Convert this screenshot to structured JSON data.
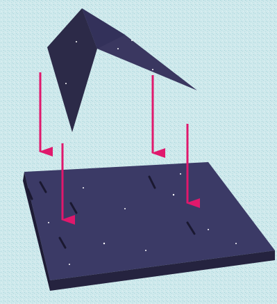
{
  "colors": {
    "background": "#cfe9ec",
    "background_speckle": "#9fd0d6",
    "roof_left_face": "#2c2a48",
    "roof_right_face": "#3a3760",
    "base_top": "#3b3a66",
    "base_front": "#25233f",
    "base_side": "#1e1c36",
    "slot_marks": "#1a1830",
    "star_specks": "#ffffff",
    "arrows": "#e0186c"
  },
  "icons": {
    "roof": "inverted-v-folded-sheet-icon",
    "base": "flat-board-icon",
    "arrow": "down-arrow-icon"
  },
  "arrows": [
    {
      "name": "arrow-left-outer"
    },
    {
      "name": "arrow-left-inner"
    },
    {
      "name": "arrow-right-inner"
    },
    {
      "name": "arrow-right-outer"
    }
  ]
}
